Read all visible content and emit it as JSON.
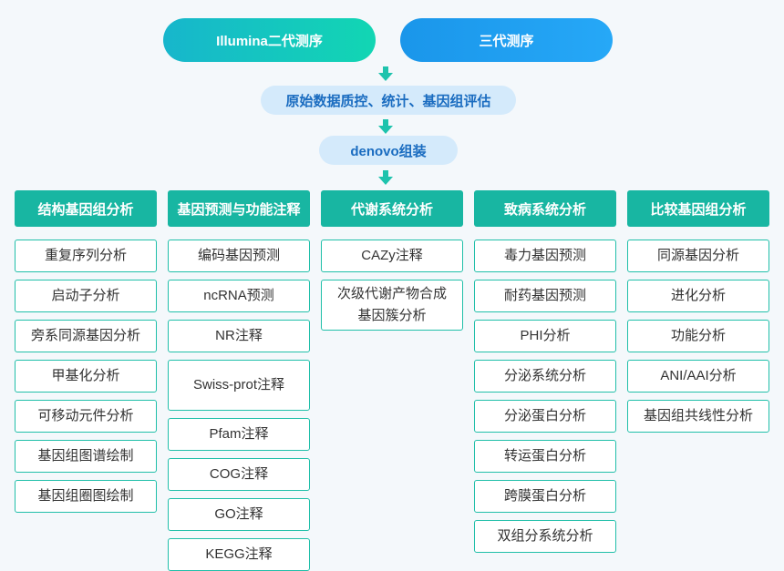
{
  "top": {
    "ngs_label": "Illumina二代测序",
    "tgs_label": "三代测序"
  },
  "steps": {
    "qc_label": "原始数据质控、统计、基因组评估",
    "denovo_label": "denovo组装"
  },
  "colors": {
    "ngs_gradient": [
      "#17b6cc",
      "#12d6b3"
    ],
    "tgs_gradient": [
      "#1a96ea",
      "#26a8f7"
    ],
    "step_bg": "#d4eafb",
    "header_bg": "#18b6a2",
    "item_border": "#20bfa9",
    "arrow": "#1ec3ad"
  },
  "columns": [
    {
      "header": "结构基因组分析",
      "items": [
        "重复序列分析",
        "启动子分析",
        "旁系同源基因分析",
        "甲基化分析",
        "可移动元件分析",
        "基因组图谱绘制",
        "基因组圈图绘制"
      ]
    },
    {
      "header": "基因预测与功能注释",
      "items": [
        "编码基因预测",
        "ncRNA预测",
        "NR注释",
        "Swiss-prot注释",
        "Pfam注释",
        "COG注释",
        "GO注释",
        "KEGG注释"
      ]
    },
    {
      "header": "代谢系统分析",
      "items": [
        "CAZy注释",
        "次级代谢产物合成基因簇分析"
      ]
    },
    {
      "header": "致病系统分析",
      "items": [
        "毒力基因预测",
        "耐药基因预测",
        "PHI分析",
        "分泌系统分析",
        "分泌蛋白分析",
        "转运蛋白分析",
        "跨膜蛋白分析",
        "双组分系统分析"
      ]
    },
    {
      "header": "比较基因组分析",
      "items": [
        "同源基因分析",
        "进化分析",
        "功能分析",
        "ANI/AAI分析",
        "基因组共线性分析"
      ]
    }
  ]
}
